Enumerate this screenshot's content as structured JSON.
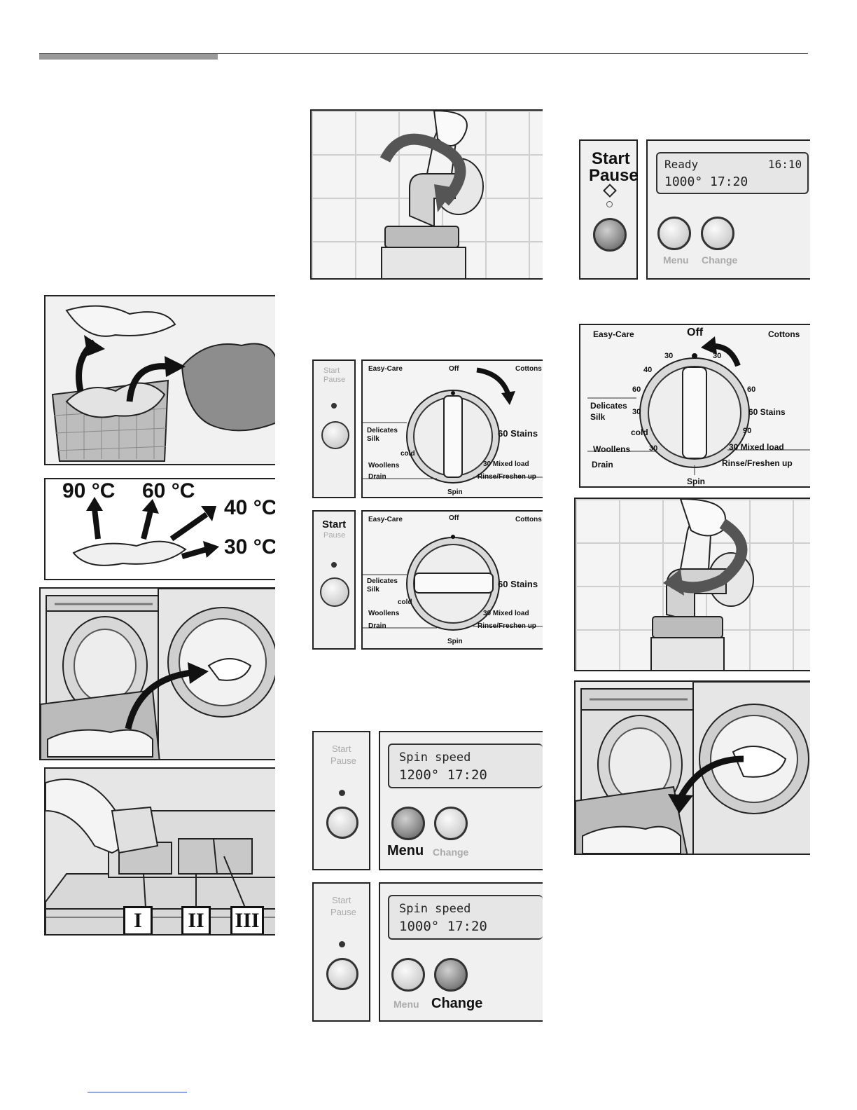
{
  "header": {
    "accent_color": "#9a9a9a",
    "rule_color": "#444444"
  },
  "temperatures": {
    "t90": "90 °C",
    "t60": "60 °C",
    "t40": "40 °C",
    "t30": "30 °C"
  },
  "compartments": [
    "I",
    "II",
    "III"
  ],
  "panel_ready": {
    "start": "Start",
    "pause": "Pause",
    "line1": "Ready",
    "time": "16:10",
    "line2": "1000° 17:20",
    "menu": "Menu",
    "change": "Change"
  },
  "panel_spin1": {
    "start": "Start",
    "pause": "Pause",
    "line1": "Spin speed",
    "line2": "1200° 17:20",
    "menu": "Menu",
    "change": "Change"
  },
  "panel_spin2": {
    "start": "Start",
    "pause": "Pause",
    "line1": "Spin speed",
    "line2": "1000° 17:20",
    "menu": "Menu",
    "change": "Change"
  },
  "dial": {
    "off": "Off",
    "easy_care": "Easy-Care",
    "cottons": "Cottons",
    "delicates": "Delicates",
    "silk": "Silk",
    "cold": "cold",
    "woollens": "Woollens",
    "drain": "Drain",
    "spin": "Spin",
    "stains": "60 Stains",
    "mixed": "30 Mixed load",
    "rinse": "Rinse/Freshen up",
    "n30": "30",
    "n40": "40",
    "n60": "60",
    "n90": "90"
  }
}
